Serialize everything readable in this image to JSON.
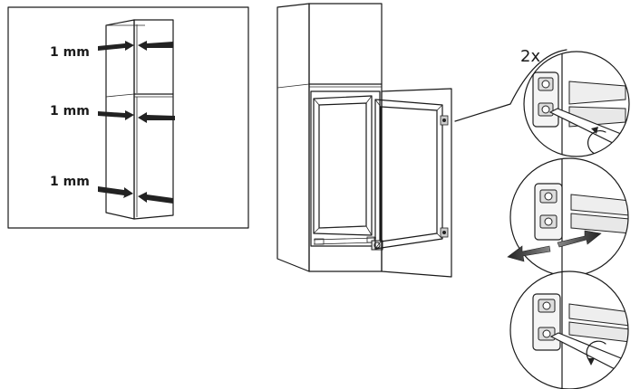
{
  "gap_panel": {
    "labels": [
      "1 mm",
      "1 mm",
      "1 mm"
    ]
  },
  "detail": {
    "count_label": "2x"
  }
}
